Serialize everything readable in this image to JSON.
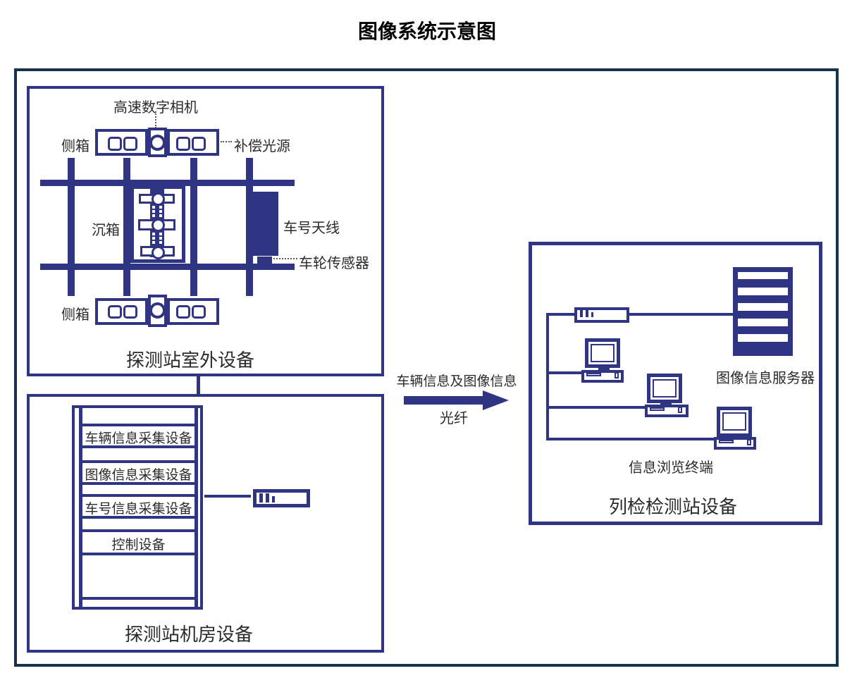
{
  "title": "图像系统示意图",
  "colors": {
    "navy": "#2F3583",
    "outer_border": "#16324C",
    "text": "#2b2b2b"
  },
  "outdoor": {
    "label": "探测站室外设备",
    "camera_label": "高速数字相机",
    "side_box_top": "侧箱",
    "side_box_bottom": "侧箱",
    "light_label": "补偿光源",
    "caisson_label": "沉箱",
    "antenna_label": "车号天线",
    "wheel_sensor_label": "车轮传感器"
  },
  "machine_room": {
    "label": "探测站机房设备",
    "rack_slots": [
      "车辆信息采集设备",
      "图像信息采集设备",
      "车号信息采集设备",
      "控制设备"
    ]
  },
  "link": {
    "info_label": "车辆信息及图像信息",
    "medium_label": "光纤"
  },
  "inspection_station": {
    "label": "列检检测站设备",
    "server_label": "图像信息服务器",
    "terminal_label": "信息浏览终端"
  }
}
